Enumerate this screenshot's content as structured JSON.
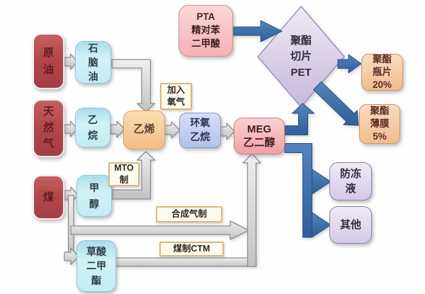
{
  "diagram": {
    "title": "MEG / PET production routes flowchart",
    "nodes": {
      "crude_oil": {
        "label": "原\n油"
      },
      "naphtha": {
        "label": "石\n脑\n油"
      },
      "natural_gas": {
        "label": "天\n然\n气"
      },
      "ethane": {
        "label": "乙\n烷"
      },
      "ethylene": {
        "label": "乙烯"
      },
      "ethylene_oxide": {
        "label": "环氧\n乙烷"
      },
      "meg": {
        "label": "MEG\n乙二醇"
      },
      "pta": {
        "label": "PTA\n精对苯\n二甲酸"
      },
      "coal": {
        "label": "煤"
      },
      "methanol": {
        "label": "甲\n醇"
      },
      "dimethyl_oxalate": {
        "label": "草酸\n二甲\n酯"
      },
      "pet_chip": {
        "label": "聚酯\n切片\nPET"
      },
      "bottle_chip": {
        "label": "聚酯\n瓶片\n20%"
      },
      "film": {
        "label": "聚酯\n薄膜\n5%"
      },
      "antifreeze": {
        "label": "防冻\n液"
      },
      "others": {
        "label": "其他"
      }
    },
    "process_labels": {
      "add_oxygen": {
        "label": "加入\n氧气"
      },
      "mto": {
        "label": "MTO\n制"
      },
      "syngas": {
        "label": "合成气制"
      },
      "coal_ctm": {
        "label": "煤制CTM"
      }
    },
    "edges": [
      {
        "from": "crude_oil",
        "to": "naphtha"
      },
      {
        "from": "naphtha",
        "to": "ethylene"
      },
      {
        "from": "natural_gas",
        "to": "ethane"
      },
      {
        "from": "ethane",
        "to": "ethylene"
      },
      {
        "from": "ethylene",
        "to": "ethylene_oxide",
        "via": "加入氧气"
      },
      {
        "from": "ethylene_oxide",
        "to": "meg"
      },
      {
        "from": "coal",
        "to": "methanol"
      },
      {
        "from": "coal",
        "to": "dimethyl_oxalate"
      },
      {
        "from": "methanol",
        "to": "ethylene",
        "via": "MTO制"
      },
      {
        "from": "coal",
        "to": "meg",
        "via": "合成气制"
      },
      {
        "from": "dimethyl_oxalate",
        "to": "meg",
        "via": "煤制CTM"
      },
      {
        "from": "pta",
        "to": "pet_chip"
      },
      {
        "from": "meg",
        "to": "pet_chip"
      },
      {
        "from": "pet_chip",
        "to": "bottle_chip"
      },
      {
        "from": "pet_chip",
        "to": "film"
      },
      {
        "from": "meg",
        "to": "antifreeze"
      },
      {
        "from": "meg",
        "to": "others"
      }
    ],
    "colors": {
      "feedstock_red": "#b2474c",
      "intermediate_cyan": "#c3ecf3",
      "ethylene_orange": "#f3bd87",
      "oxide_blue": "#b3c2e9",
      "meg_pink": "#f2a0a6",
      "pta_pink": "#f5b1b6",
      "pet_diamond_purple": "#cfc3e1",
      "product_peach": "#f0bd8e",
      "byproduct_lavender": "#d5c9e7",
      "label_border_tan": "#dcb77e",
      "flow_arrow_gray": "#d6d6d6",
      "flow_arrow_blue": "#3c70ad"
    }
  }
}
